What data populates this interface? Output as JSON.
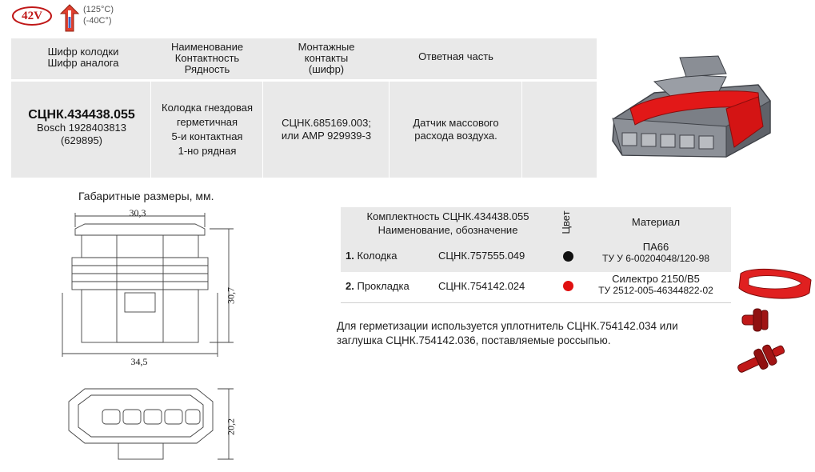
{
  "badges": {
    "voltage": "42V",
    "temp_high": "(125°C)",
    "temp_low": "(-40C°)",
    "icons": [
      "voltage-badge-icon",
      "thermometer-icon"
    ]
  },
  "main_table": {
    "headers": {
      "col1": [
        "Шифр колодки",
        "Шифр аналога"
      ],
      "col2": [
        "Наименование",
        "Контактность",
        "Рядность"
      ],
      "col3": [
        "Монтажные",
        "контакты",
        "(шифр)"
      ],
      "col4": "Ответная часть"
    },
    "row": {
      "code": "СЦНК.434438.055",
      "analog": [
        "Bosch 1928403813",
        "(629895)"
      ],
      "name": [
        "Колодка гнездовая",
        "герметичная",
        "5-и контактная",
        "1-но рядная"
      ],
      "contacts": [
        "СЦНК.685169.003;",
        "или AMP 929939-3"
      ],
      "mating": [
        "Датчик массового",
        "расхода воздуха."
      ]
    }
  },
  "dimensions": {
    "caption": "Габаритные размеры, мм.",
    "top_width": "30,3",
    "height": "30,7",
    "bottom_width": "34,5",
    "depth": "20,2"
  },
  "components": {
    "header_left": [
      "Комплектность СЦНК.434438.055",
      "Наименование, обозначение"
    ],
    "header_color": "Цвет",
    "header_material": "Материал",
    "rows": [
      {
        "num": "1.",
        "name": "Колодка",
        "code": "СЦНК.757555.049",
        "color": "#111111",
        "material": "ПА66",
        "material_spec": "ТУ У 6-00204048/120-98"
      },
      {
        "num": "2.",
        "name": "Прокладка",
        "code": "СЦНК.754142.024",
        "color": "#e01010",
        "material": "Силектро 2150/В5",
        "material_spec": "ТУ 2512-005-46344822-02"
      }
    ]
  },
  "note": [
    "Для герметизации используется уплотнитель СЦНК.754142.034 или",
    "заглушка СЦНК.754142.036, поставляемые россыпью."
  ],
  "colors": {
    "table_bg": "#e9e9e9",
    "accent_red": "#c01818",
    "seal_red": "#e01010"
  }
}
